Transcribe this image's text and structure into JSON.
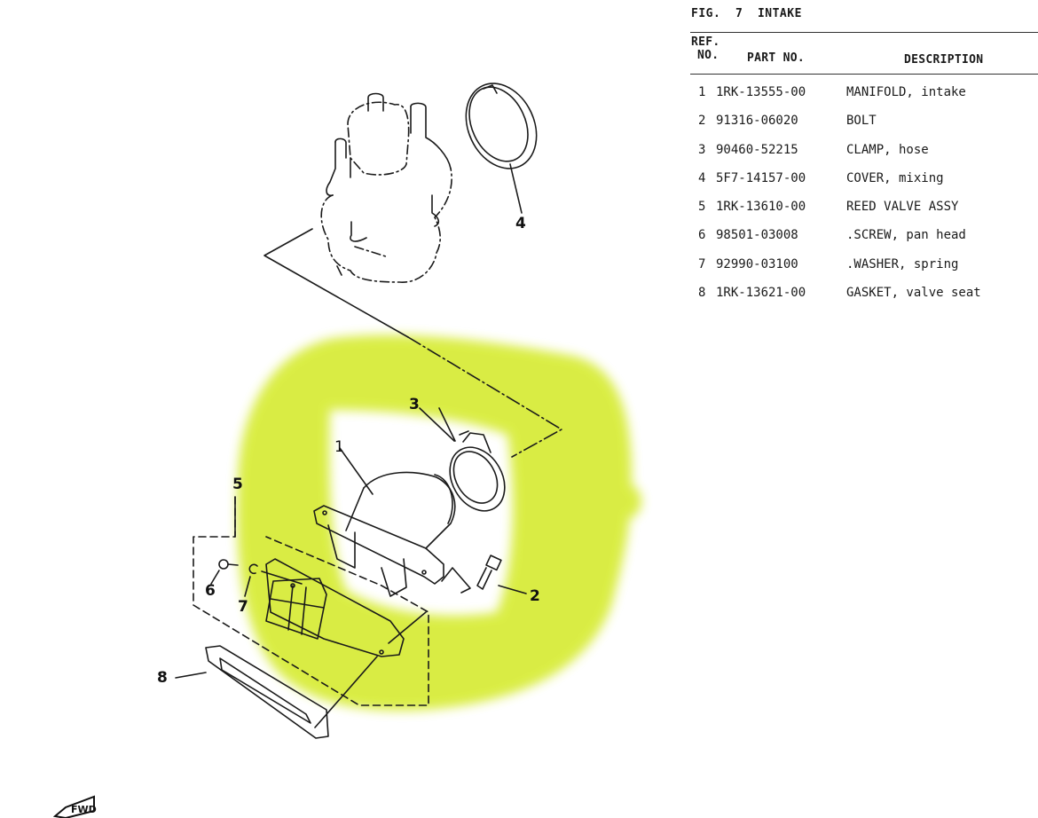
{
  "figure": {
    "label": "FIG.",
    "number": "7",
    "title": "INTAKE"
  },
  "table": {
    "headers": {
      "ref_line1": "REF.",
      "ref_line2": "NO.",
      "part_no": "PART NO.",
      "description": "DESCRIPTION"
    },
    "rows": [
      {
        "ref": "1",
        "part_no": "1RK-13555-00",
        "description": "MANIFOLD, intake"
      },
      {
        "ref": "2",
        "part_no": "91316-06020",
        "description": "BOLT"
      },
      {
        "ref": "3",
        "part_no": "90460-52215",
        "description": "CLAMP, hose"
      },
      {
        "ref": "4",
        "part_no": "5F7-14157-00",
        "description": "COVER, mixing"
      },
      {
        "ref": "5",
        "part_no": "1RK-13610-00",
        "description": "REED VALVE ASSY"
      },
      {
        "ref": "6",
        "part_no": "98501-03008",
        "description": ".SCREW, pan head"
      },
      {
        "ref": "7",
        "part_no": "92990-03100",
        "description": ".WASHER, spring"
      },
      {
        "ref": "8",
        "part_no": "1RK-13621-00",
        "description": "GASKET, valve seat"
      }
    ]
  },
  "diagram": {
    "callouts": {
      "c1": "1",
      "c2": "2",
      "c3": "3",
      "c4": "4",
      "c5": "5",
      "c6": "6",
      "c7": "7",
      "c8": "8"
    },
    "forward_icon_label": "FWD",
    "highlight_color": "#d8ec3a"
  }
}
